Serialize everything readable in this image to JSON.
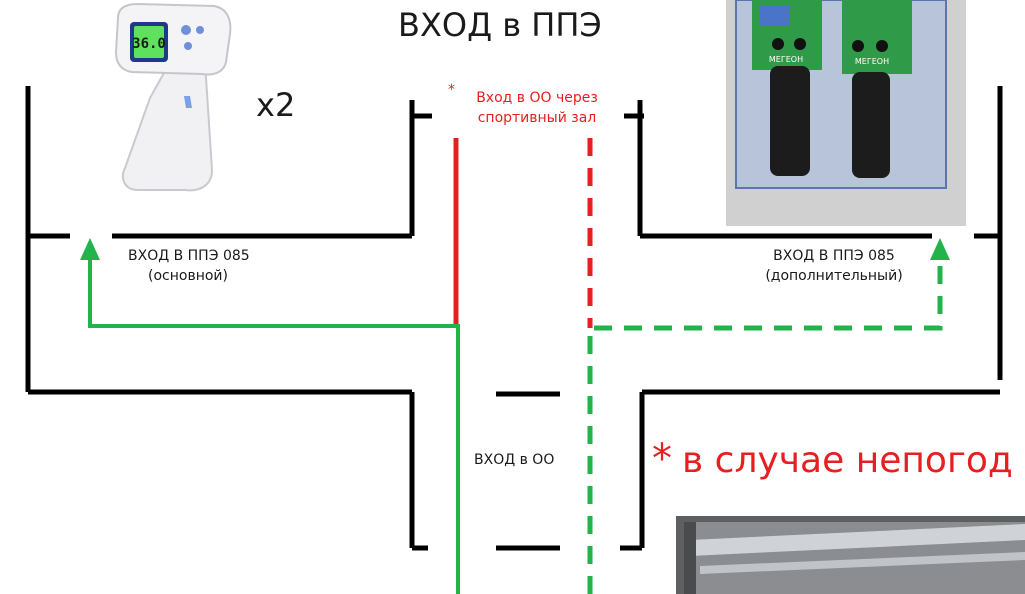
{
  "title": "ВХОД в ППЭ",
  "thermometer": {
    "multiplier": "x2",
    "display_reading": "36.0",
    "image_icon": "infrared-thermometer-photo"
  },
  "metal_detectors": {
    "image_icon": "handheld-metal-detectors-photo",
    "brand_text": "МЕГЕОН"
  },
  "sports_hall_note": {
    "asterisk": "*",
    "line1": "Вход в ОО через",
    "line2": "спортивный зал"
  },
  "entrance_main": {
    "line1": "ВХОД В ППЭ 085",
    "line2": "(основной)"
  },
  "entrance_extra": {
    "line1": "ВХОД В ППЭ 085",
    "line2": "(дополнительный)"
  },
  "entrance_oo": "ВХОД в ОО",
  "bad_weather_note": {
    "asterisk": "*",
    "text": "в случае непогод"
  },
  "hall_photo": {
    "image_icon": "sports-hall-ceiling-photo"
  },
  "colors": {
    "walls": "#000000",
    "route_main": "#22b34a",
    "route_extra_dashed": "#22b34a",
    "blocked": "#e62020",
    "note_text": "#e62020"
  }
}
